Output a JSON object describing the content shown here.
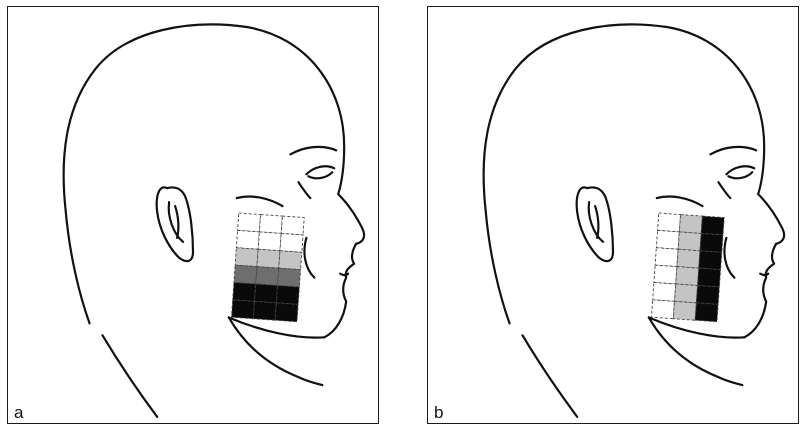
{
  "panels": [
    {
      "id": "a",
      "label": "a",
      "grid": {
        "rows": 6,
        "cols": 3,
        "orientation": "rows",
        "shades": [
          "#ffffff",
          "#ffffff",
          "#c4c4c4",
          "#6e6e6e",
          "#0a0a0a",
          "#0a0a0a"
        ]
      }
    },
    {
      "id": "b",
      "label": "b",
      "grid": {
        "rows": 6,
        "cols": 3,
        "orientation": "cols",
        "shades": [
          "#ffffff",
          "#c4c4c4",
          "#0a0a0a"
        ]
      }
    }
  ]
}
